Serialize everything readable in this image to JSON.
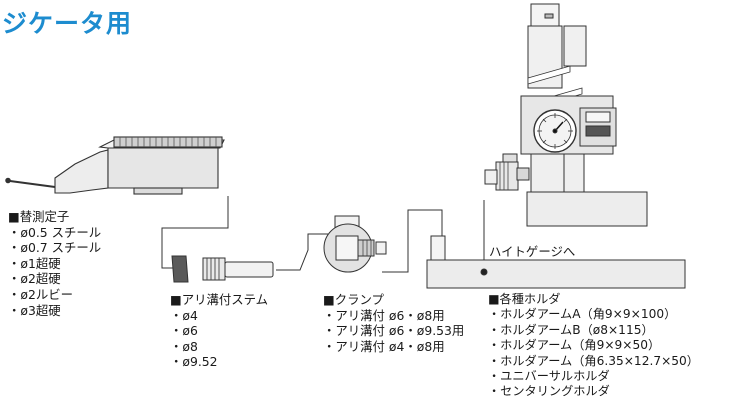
{
  "title": "ジケータ用",
  "groups": {
    "contact_points": {
      "heading": "■替測定子",
      "items": [
        "・ø0.5 スチール",
        "・ø0.7 スチール",
        "・ø1超硬",
        "・ø2超硬",
        "・ø2ルビー",
        "・ø3超硬"
      ]
    },
    "stems": {
      "heading": "■アリ溝付ステム",
      "items": [
        "・ø4",
        "・ø6",
        "・ø8",
        "・ø9.52"
      ]
    },
    "clamps": {
      "heading": "■クランプ",
      "items": [
        "・アリ溝付 ø6・ø8用",
        "・アリ溝付 ø6・ø9.53用",
        "・アリ溝付 ø4・ø8用"
      ]
    },
    "holders": {
      "heading": "■各種ホルダ",
      "items": [
        "・ホルダアームA（角9×9×100）",
        "・ホルダアームB（ø8×115）",
        "・ホルダアーム（角9×9×50）",
        "・ホルダアーム（角6.35×12.7×50）",
        "・ユニバーサルホルダ",
        "・センタリングホルダ"
      ]
    }
  },
  "height_gage_label": "ハイトゲージへ",
  "colors": {
    "title": "#1d8ccf",
    "line": "#333333",
    "fill_light": "#eeeeee",
    "fill_mid": "#cfcfcf",
    "fill_dark": "#555555"
  }
}
